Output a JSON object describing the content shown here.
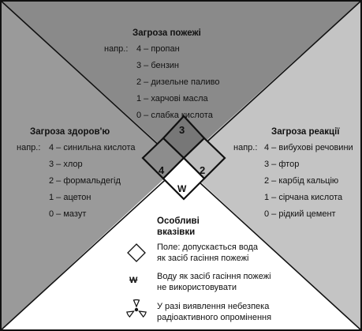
{
  "colors": {
    "health": "#9a9a9a",
    "fire": "#8a8a8a",
    "reactivity": "#c4c4c4",
    "special": "#ffffff",
    "border": "#111111"
  },
  "health": {
    "title": "Загроза здоров'ю",
    "prefix": "напр.:",
    "items": [
      "4 – синильна кислота",
      "3 – хлор",
      "2 – формальдегід",
      "1 – ацетон",
      "0 – мазут"
    ]
  },
  "fire": {
    "title": "Загроза пожежі",
    "prefix": "напр.:",
    "items": [
      "4 – пропан",
      "3 – бензин",
      "2 – дизельне паливо",
      "1 – харчові масла",
      "0 – слабка кислота"
    ]
  },
  "reactivity": {
    "title": "Загроза реакції",
    "prefix": "напр.:",
    "items": [
      "4 – вибухові речовини",
      "3 – фтор",
      "2 – карбід кальцію",
      "1 – сірчана кислота",
      "0 – рідкий цемент"
    ]
  },
  "special": {
    "title_line1": "Особливі",
    "title_line2": "вказівки",
    "items": [
      {
        "icon": "empty-diamond-icon",
        "line1": "Поле: допускається вода",
        "line2": "як засіб гасіння пожежі"
      },
      {
        "icon": "no-water-icon",
        "symbol": "W",
        "line1": "Воду як засіб гасіння пожежі",
        "line2": "не використовувати"
      },
      {
        "icon": "radiation-icon",
        "line1": "У разі виявлення небезпека",
        "line2": "радіоактивного опромінення"
      }
    ]
  },
  "diamond": {
    "fire_value": "3",
    "health_value": "4",
    "reactivity_value": "2",
    "special_symbol": "W"
  }
}
